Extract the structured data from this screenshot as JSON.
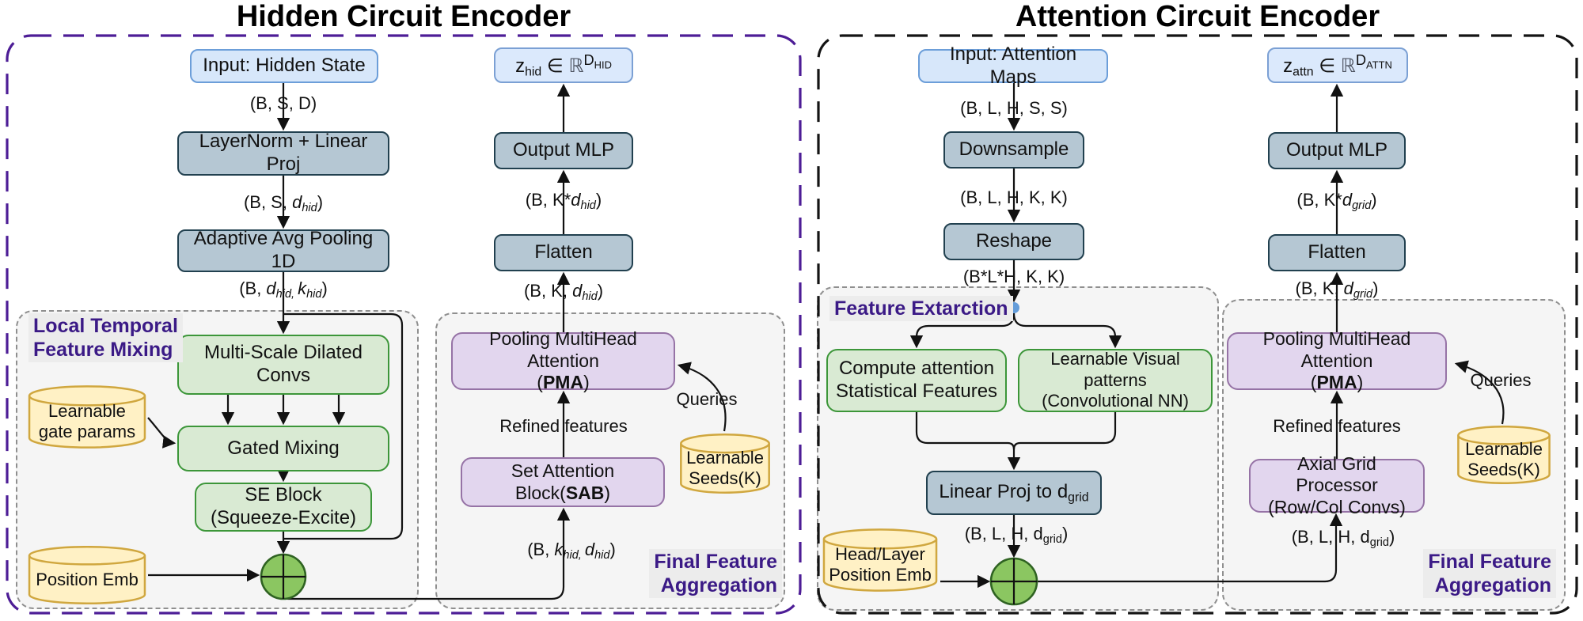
{
  "colors": {
    "left_border": "#4d1d96",
    "right_border": "#141414",
    "group_fill": "#f5f5f5",
    "group_border": "#8f8f8f",
    "group_label_purple": "#3b1a86",
    "input_blue_fill": "#d7e7fa",
    "input_blue_border": "#6c9ed9",
    "z_blue_fill": "#dbe9fc",
    "slate_fill": "#b5c7d3",
    "slate_border": "#21404f",
    "green_fill": "#d9ead3",
    "green_border": "#3c9639",
    "purple_fill": "#e2d6ee",
    "purple_border": "#9673a6",
    "yellow_fill": "#fff1c5",
    "yellow_border": "#d0a73f",
    "oplus_fill": "#8bc661",
    "oplus_border": "#2f6322",
    "branch_dot_blue": "#639cd9",
    "wire": "#111111"
  },
  "left": {
    "title": "Hidden Circuit Encoder",
    "nodes": {
      "input": "Input: Hidden State",
      "layernorm": "LayerNorm + Linear Proj",
      "adaptive": "Adaptive Avg Pooling 1D",
      "output_mlp": "Output MLP",
      "flatten": "Flatten"
    },
    "zbox": [
      {
        "t": "z"
      },
      {
        "t": "hid",
        "s": "s"
      },
      {
        "t": " ∈ "
      },
      {
        "t": "ℝ",
        "s": "r"
      },
      {
        "t": "D",
        "s": "p"
      },
      {
        "t": "HID",
        "s": "ps"
      }
    ],
    "dims": {
      "bsd": "(B, S, D)",
      "bs_dhid": [
        {
          "t": "(B, S, "
        },
        {
          "t": "d",
          "s": "i"
        },
        {
          "t": "hid",
          "s": "is"
        },
        {
          "t": ")"
        }
      ],
      "b_dhid_khid": [
        {
          "t": "(B, "
        },
        {
          "t": "d",
          "s": "i"
        },
        {
          "t": "hid, ",
          "s": "is"
        },
        {
          "t": "k",
          "s": "i"
        },
        {
          "t": "hid",
          "s": "is"
        },
        {
          "t": ")"
        }
      ],
      "b_kdhid": [
        {
          "t": "(B, K*"
        },
        {
          "t": "d",
          "s": "i"
        },
        {
          "t": "hid",
          "s": "is"
        },
        {
          "t": ")"
        }
      ],
      "b_k_dhid": [
        {
          "t": "(B, K, "
        },
        {
          "t": "d",
          "s": "i"
        },
        {
          "t": "hid",
          "s": "is"
        },
        {
          "t": ")"
        }
      ]
    },
    "ltfm": {
      "label": "Local Temporal\nFeature Mixing",
      "multiscale": "Multi-Scale Dilated Convs",
      "gated": "Gated Mixing",
      "seblock": "SE Block\n(Squeeze-Excite)",
      "gate_cylinder": "Learnable\ngate params",
      "position_cylinder": "Position Emb"
    },
    "ffa": {
      "label": "Final Feature\nAggregation",
      "pma": [
        {
          "t": "Pooling MultiHead Attention\n("
        },
        {
          "t": "PMA",
          "s": "b"
        },
        {
          "t": ")"
        }
      ],
      "refined": "Refined features",
      "sab": [
        {
          "t": "Set Attention Block("
        },
        {
          "t": "SAB",
          "s": "b"
        },
        {
          "t": ")"
        }
      ],
      "dim_b_khid_dhid": [
        {
          "t": "(B, "
        },
        {
          "t": "k",
          "s": "i"
        },
        {
          "t": "hid, ",
          "s": "is"
        },
        {
          "t": "d",
          "s": "i"
        },
        {
          "t": "hid",
          "s": "is"
        },
        {
          "t": ")"
        }
      ],
      "seeds_cylinder": "Learnable\nSeeds(K)",
      "queries": "Queries"
    }
  },
  "right": {
    "title": "Attention Circuit Encoder",
    "nodes": {
      "input": "Input: Attention Maps",
      "downsample": "Downsample",
      "reshape": "Reshape",
      "output_mlp": "Output MLP",
      "flatten": "Flatten"
    },
    "zbox": [
      {
        "t": "z"
      },
      {
        "t": "attn",
        "s": "s"
      },
      {
        "t": " ∈ "
      },
      {
        "t": "ℝ",
        "s": "r"
      },
      {
        "t": "D",
        "s": "p"
      },
      {
        "t": "ATTN",
        "s": "ps"
      }
    ],
    "dims": {
      "blhss": "(B, L, H, S, S)",
      "blhkk": "(B, L, H, K, K)",
      "blh_kk": "(B*L*H, K, K)",
      "b_kdgrid": [
        {
          "t": "(B, K*"
        },
        {
          "t": "d",
          "s": "i"
        },
        {
          "t": "grid",
          "s": "is"
        },
        {
          "t": ")"
        }
      ],
      "b_k_dgrid": [
        {
          "t": "(B, K, "
        },
        {
          "t": "d",
          "s": "i"
        },
        {
          "t": "grid",
          "s": "is"
        },
        {
          "t": ")"
        }
      ],
      "blh_dgrid": [
        {
          "t": "(B, L, H, d"
        },
        {
          "t": "grid",
          "s": "s"
        },
        {
          "t": ")"
        }
      ]
    },
    "fe": {
      "label": "Feature Extarction",
      "compute": "Compute attention\nStatistical Features",
      "visual": "Learnable Visual patterns\n(Convolutional NN)",
      "linear": [
        {
          "t": "Linear Proj to d"
        },
        {
          "t": "grid",
          "s": "s"
        }
      ],
      "headlayer_cylinder": "Head/Layer\nPosition Emb"
    },
    "ffa": {
      "label": "Final Feature\nAggregation",
      "pma": [
        {
          "t": "Pooling MultiHead Attention\n("
        },
        {
          "t": "PMA",
          "s": "b"
        },
        {
          "t": ")"
        }
      ],
      "refined": "Refined features",
      "axial": "Axial Grid Processor\n(Row/Col Convs)",
      "seeds_cylinder": "Learnable\nSeeds(K)",
      "queries": "Queries"
    }
  }
}
